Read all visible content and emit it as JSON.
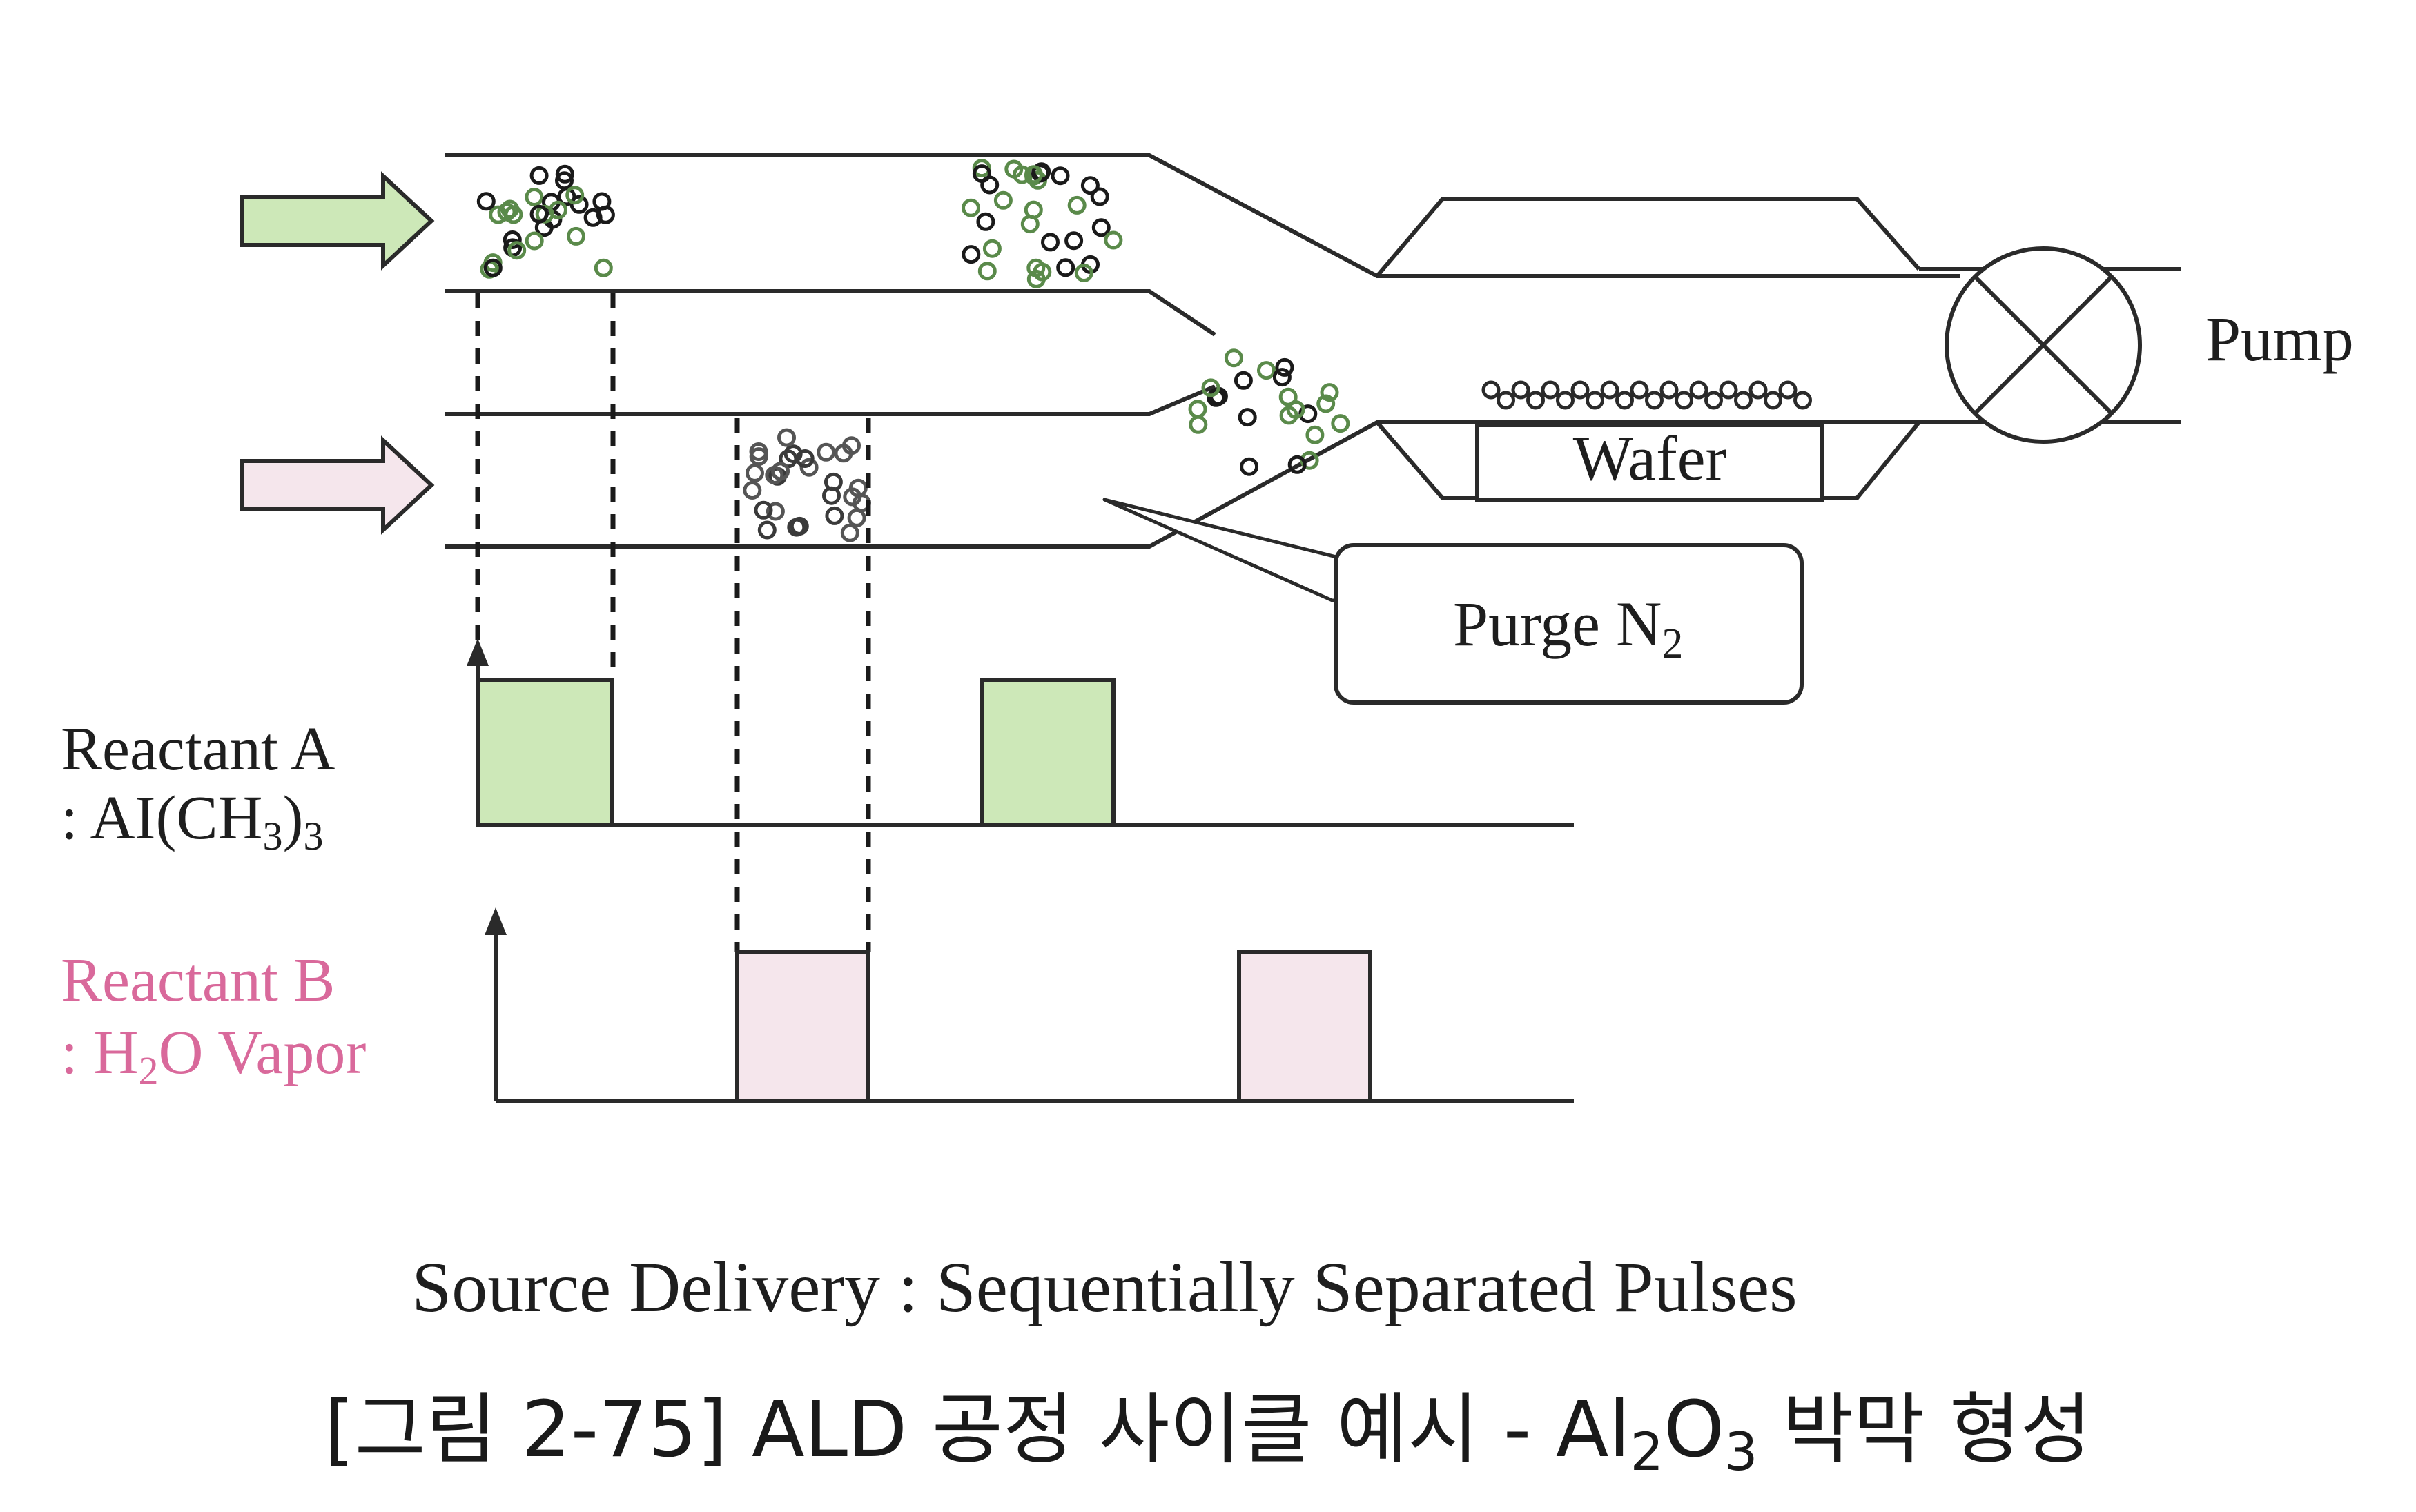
{
  "labels": {
    "pump": "Pump",
    "wafer": "Wafer",
    "purge_prefix": "Purge N",
    "purge_sub": "2",
    "reactant_a_name": "Reactant A",
    "reactant_a_formula_1": ": AI(CH",
    "reactant_a_formula_sub": "3",
    "reactant_a_formula_2": ")",
    "reactant_a_formula_sub2": "3",
    "reactant_b_name": "Reactant B",
    "reactant_b_formula_1": ": H",
    "reactant_b_formula_sub": "2",
    "reactant_b_formula_2": "O Vapor"
  },
  "caption": "Source Delivery : Sequentially Separated Pulses",
  "figure_title": {
    "part1": "[그림 2-75] ALD 공정 사이클 예시 - Al",
    "sub1": "2",
    "part2": "O",
    "sub2": "3",
    "part3": " 박막 형성"
  },
  "colors": {
    "reactant_a": "#cde8b8",
    "reactant_b": "#f5e6ec",
    "reactant_b_text": "#d9699b",
    "line": "#2a2a2a",
    "particle_a": "#5a8a4a",
    "particle_b": "#3a3a3a"
  },
  "icons": {
    "inlet_arrow_a": "right-arrow-icon",
    "inlet_arrow_b": "right-arrow-icon",
    "pump": "pump-valve-icon"
  },
  "pulses": {
    "reactant_a": [
      "on",
      "off",
      "on",
      "off"
    ],
    "reactant_b": [
      "off",
      "on",
      "off",
      "on"
    ]
  }
}
